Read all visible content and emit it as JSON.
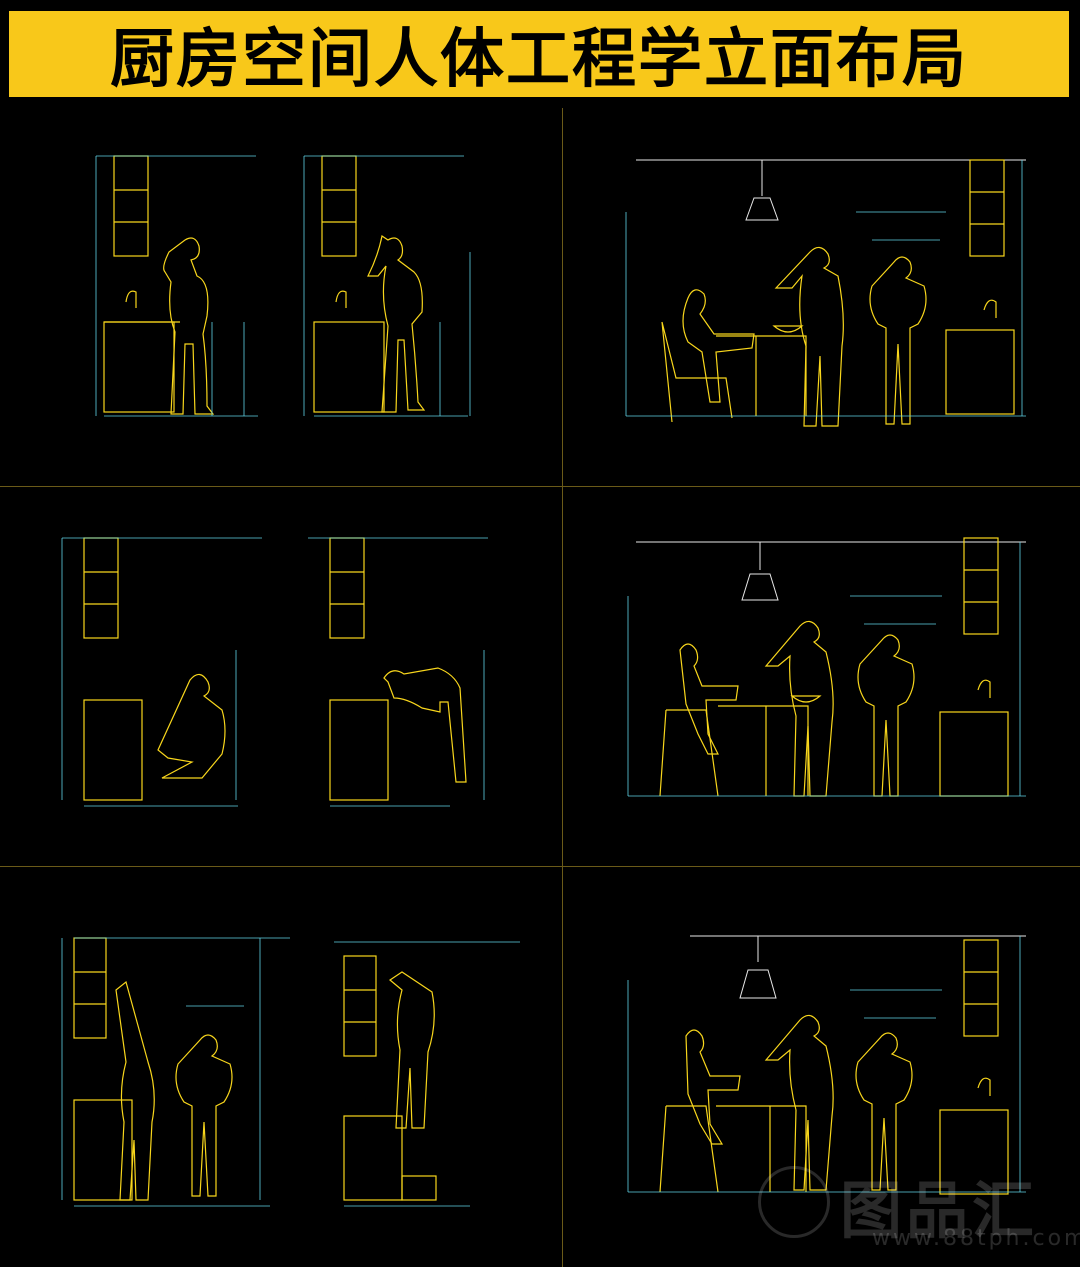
{
  "banner": {
    "title": "厨房空间人体工程学立面布局"
  },
  "colors": {
    "banner_bg": "#f8c81a",
    "line_yellow": "#f8d61c",
    "line_cyan": "#5fd3e6",
    "line_white": "#e8e8e8",
    "background": "#000000"
  },
  "watermark": {
    "text": "图品汇",
    "url": "www.88tph.com"
  },
  "panels": [
    {
      "id": "sink-standing"
    },
    {
      "id": "dining-pendant-chair"
    },
    {
      "id": "low-cabinet-crouch"
    },
    {
      "id": "dining-pendant-barstool"
    },
    {
      "id": "upper-cabinet-reach"
    },
    {
      "id": "dining-pendant-barstool-sink"
    }
  ]
}
